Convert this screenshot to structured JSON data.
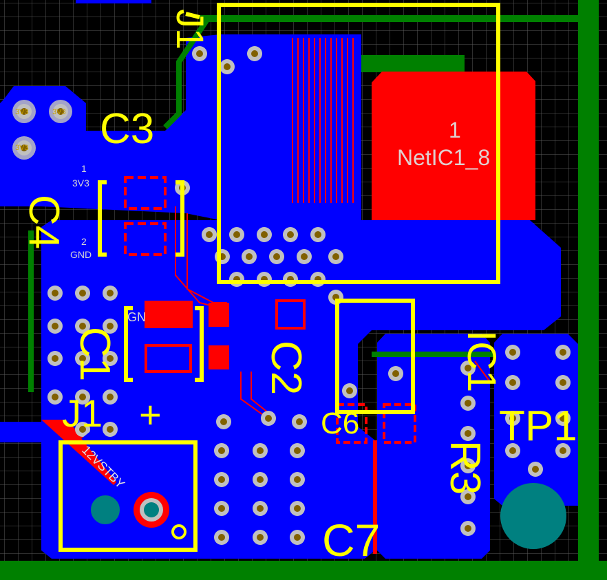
{
  "colors": {
    "background": "#000000",
    "grid": "#5a5a5a",
    "bottom_copper": "#0000ff",
    "top_copper": "#ff0000",
    "silkscreen": "#ffff00",
    "board_outline": "#008000",
    "via": "#c0c0c0",
    "via_hole": "#806000",
    "tp_pad": "#008080"
  },
  "silkscreen": {
    "j1_top": "J1",
    "c3": "C3",
    "c4": "C4",
    "c1": "C1",
    "c2": "C2",
    "c6": "C6",
    "c7": "C7",
    "j1": "J1",
    "plus": "+",
    "r3": "R3",
    "ic1": "IC1",
    "tp1": "TP1"
  },
  "pad_labels": {
    "pad_3v3_a": "3V3",
    "pad_3v3_b": "3V3",
    "pad_3v3_c": "3V3",
    "c3_pin1_num": "1",
    "c3_pin1_net": "3V3",
    "c3_pin2_num": "2",
    "c3_pin2_net": "GND",
    "c1_net": "GN",
    "ic1_pad_num": "1",
    "ic1_pad_net": "NetIC1_8",
    "j1_net": "12VSTBY"
  }
}
